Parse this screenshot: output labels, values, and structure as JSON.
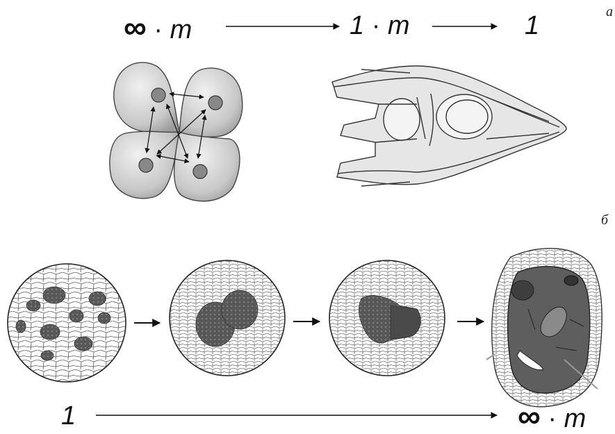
{
  "panel_a": {
    "label": "а",
    "formula_left": {
      "symbol": "∞",
      "dot": "·",
      "var": "m"
    },
    "formula_mid": {
      "num": "1",
      "dot": "·",
      "var": "m"
    },
    "formula_right": "1"
  },
  "panel_b": {
    "label": "б",
    "formula_left": "1",
    "formula_right": {
      "symbol": "∞",
      "dot": "·",
      "var": "m"
    }
  }
}
